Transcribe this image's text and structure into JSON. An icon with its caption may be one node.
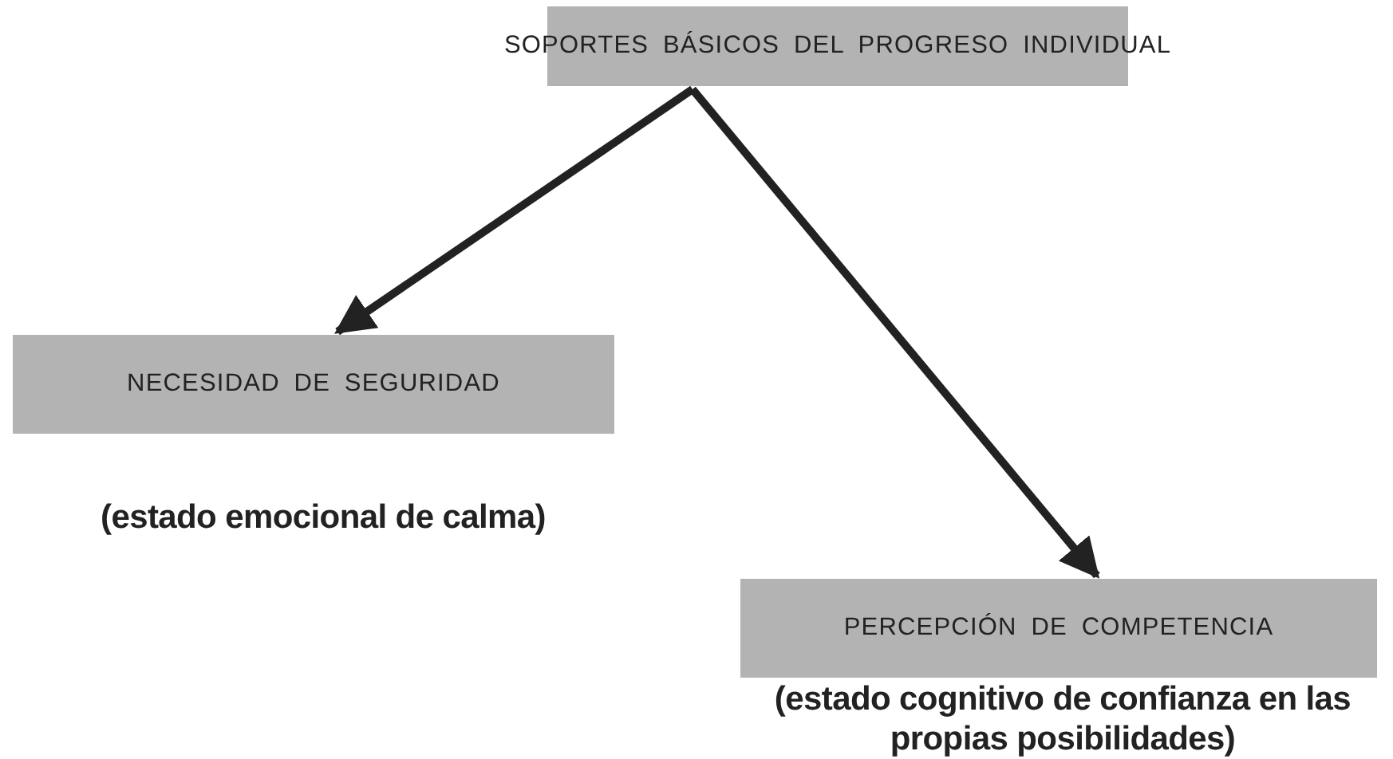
{
  "diagram": {
    "nodes": [
      {
        "text": [
          "SOPORTES BÁSICOS DEL PROGRESO INDIVIDUAL"
        ]
      },
      {
        "text": [
          "NECESIDAD DE SEGURIDAD"
        ],
        "beside": [
          "(estado emocional de calma)"
        ]
      },
      {
        "text": [
          "PERCEPCIÓN DE COMPETENCIA"
        ],
        "beside": [
          "(estado cognitivo de confianza en las propias posibilidades)"
        ]
      }
    ],
    "edges": [
      {
        "from": 0,
        "to": 1,
        "arrow": "to"
      },
      {
        "from": 0,
        "to": 2,
        "arrow": "to"
      }
    ]
  }
}
